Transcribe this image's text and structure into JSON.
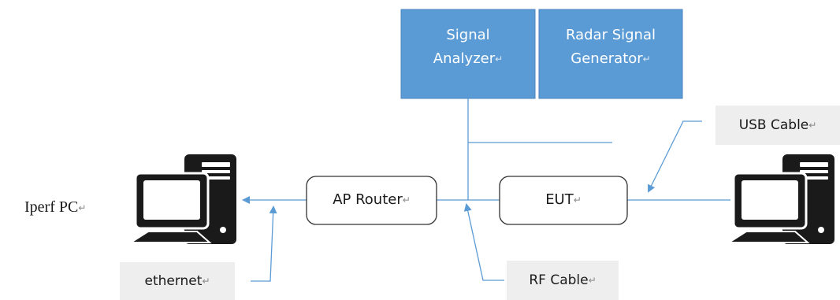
{
  "instruments": {
    "signal_analyzer": {
      "line1": "Signal",
      "line2": "Analyzer"
    },
    "radar_generator": {
      "line1": "Radar Signal",
      "line2": "Generator"
    }
  },
  "nodes": {
    "ap_router": "AP Router",
    "eut": "EUT"
  },
  "callouts": {
    "usb_cable": "USB Cable",
    "ethernet": "ethernet",
    "rf_cable": "RF Cable"
  },
  "pc_label": "Iperf PC",
  "return_mark": "↵",
  "colors": {
    "instrument_fill": "#5b9bd5",
    "instrument_stroke": "#4a86c0",
    "line": "#5b9bd5",
    "callout_bg": "#eeeeee"
  },
  "icons": [
    "computer-icon",
    "computer-icon"
  ]
}
